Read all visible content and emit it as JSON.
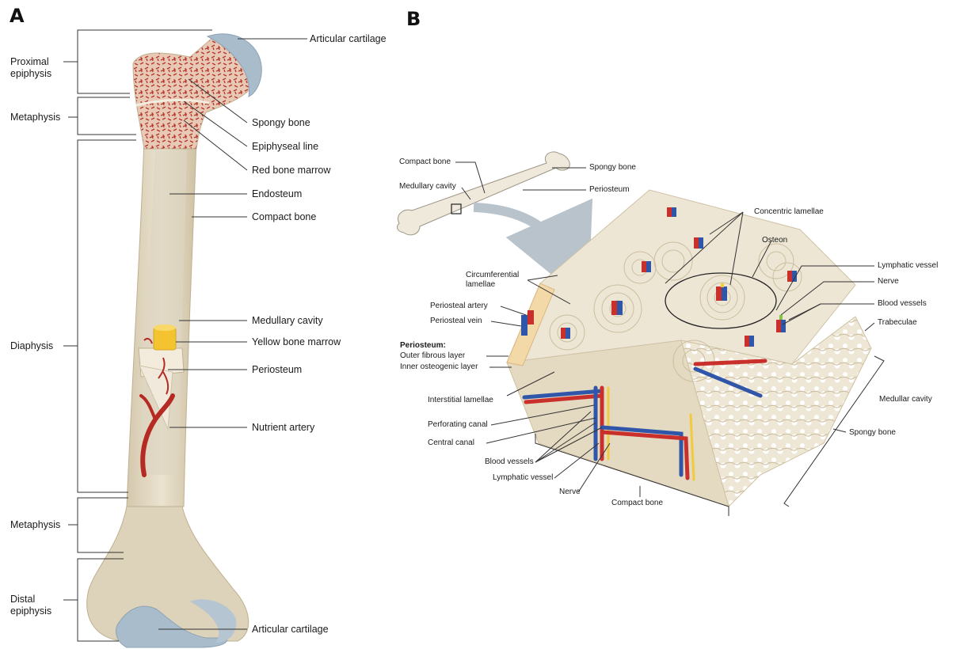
{
  "panel_a": {
    "letter": "A",
    "left_labels": {
      "proximal_epiphysis": "Proximal\nepiphysis",
      "metaphysis_top": "Metaphysis",
      "diaphysis": "Diaphysis",
      "metaphysis_bottom": "Metaphysis",
      "distal_epiphysis": "Distal\nepiphysis"
    },
    "right_labels": {
      "articular_cartilage_top": "Articular cartilage",
      "spongy_bone": "Spongy bone",
      "epiphyseal_line": "Epiphyseal line",
      "red_bone_marrow": "Red bone marrow",
      "endosteum": "Endosteum",
      "compact_bone": "Compact bone",
      "medullary_cavity": "Medullary cavity",
      "yellow_bone_marrow": "Yellow bone marrow",
      "periosteum": "Periosteum",
      "nutrient_artery": "Nutrient artery",
      "articular_cartilage_bottom": "Articular cartilage"
    }
  },
  "panel_b": {
    "letter": "B",
    "labels": {
      "compact_bone_top": "Compact bone",
      "medullary_cavity": "Medullary cavity",
      "spongy_bone_top": "Spongy bone",
      "periosteum_top": "Periosteum",
      "concentric_lamellae": "Concentric lamellae",
      "osteon": "Osteon",
      "lymphatic_vessel_right": "Lymphatic vessel",
      "nerve_right": "Nerve",
      "blood_vessels_right": "Blood vessels",
      "trabeculae": "Trabeculae",
      "circumferential_lamellae": "Circumferential\nlamellae",
      "periosteal_artery": "Periosteal artery",
      "periosteal_vein": "Periosteal vein",
      "periosteum_heading": "Periosteum:",
      "outer_fibrous_layer": "Outer fibrous layer",
      "inner_osteogenic_layer": "Inner osteogenic layer",
      "interstitial_lamellae": "Interstitial lamellae",
      "perforating_canal": "Perforating canal",
      "central_canal": "Central canal",
      "blood_vessels_bottom": "Blood vessels",
      "lymphatic_vessel_bottom": "Lymphatic vessel",
      "nerve_bottom": "Nerve",
      "compact_bone_bottom": "Compact bone",
      "medullar_cavity": "Medullar cavity",
      "spongy_bone_right": "Spongy bone"
    }
  },
  "colors": {
    "bone": "#e3dac6",
    "bone_shadow": "#cdbf9f",
    "cartilage": "#a9bccb",
    "spongy_red": "#b5342a",
    "artery": "#c9302c",
    "vein": "#2f56a8",
    "lymph": "#f2cb3c",
    "nerve": "#8bc34a",
    "yellow_marrow": "#f4c430"
  }
}
